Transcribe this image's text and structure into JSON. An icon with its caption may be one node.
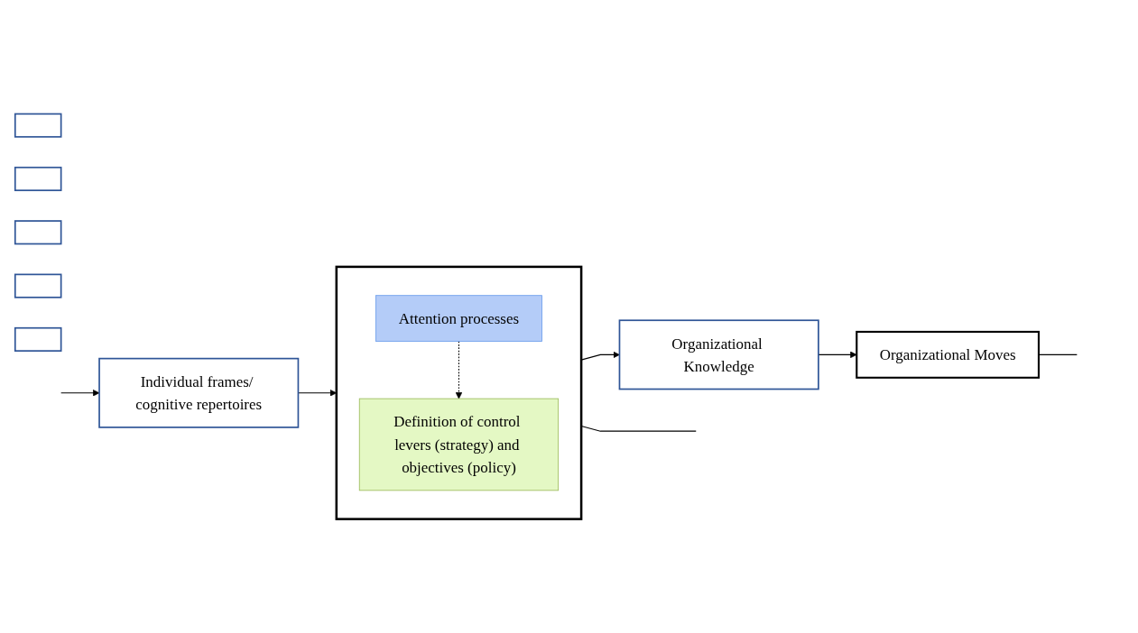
{
  "diagram": {
    "nodes": [
      {
        "text": [],
        "shape": "box"
      },
      {
        "text": [],
        "shape": "box"
      },
      {
        "text": [],
        "shape": "box"
      },
      {
        "text": [],
        "shape": "box"
      },
      {
        "text": [],
        "shape": "box"
      },
      {
        "text": [
          "Individual frames/ cognitive repertoires"
        ]
      },
      {
        "text": [],
        "shape": "box"
      },
      {
        "text": [
          "Attention processes"
        ],
        "in": 6
      },
      {
        "text": [
          "Definition of control levers (strategy) and objectives (policy)"
        ],
        "in": 6
      },
      {
        "text": [
          "Organizational Knowledge"
        ]
      },
      {
        "text": [
          "Organizational Moves"
        ]
      }
    ],
    "edges": [
      {
        "from": 5,
        "to": 6,
        "arrow": "to"
      },
      {
        "from": 7,
        "to": 8,
        "arrow": "to",
        "style": "dashed"
      },
      {
        "from": 6,
        "to": 9,
        "arrow": "to"
      },
      {
        "from": 9,
        "to": 10,
        "arrow": "to"
      },
      {
        "from": 10,
        "to": null,
        "arrow": "none"
      },
      {
        "from": 6,
        "to": null,
        "arrow": "none"
      },
      {
        "from": null,
        "to": 5,
        "arrow": "to"
      }
    ]
  }
}
